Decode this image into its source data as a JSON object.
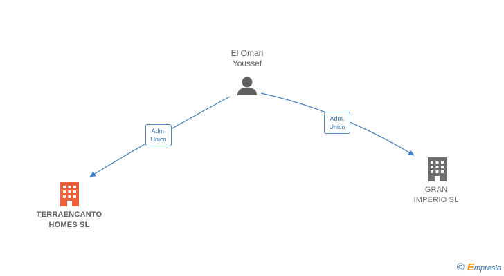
{
  "person": {
    "name_line1": "El Omari",
    "name_line2": "Youssef",
    "icon": "person-icon",
    "color": "#5f5f5f"
  },
  "companies": [
    {
      "line1": "TERRAENCANTO",
      "line2": "HOMES  SL",
      "icon": "building-icon",
      "color": "#f0603a"
    },
    {
      "line1": "GRAN",
      "line2": "IMPERIO  SL",
      "icon": "building-icon",
      "color": "#6e6e6e"
    }
  ],
  "edges": [
    {
      "line1": "Adm.",
      "line2": "Unico",
      "to": "TERRAENCANTO HOMES SL"
    },
    {
      "line1": "Adm.",
      "line2": "Unico",
      "to": "GRAN IMPERIO SL"
    }
  ],
  "edge_color": "#3f7cc4",
  "brand": {
    "copyright": "©",
    "initial": "E",
    "rest": "mpresia"
  }
}
